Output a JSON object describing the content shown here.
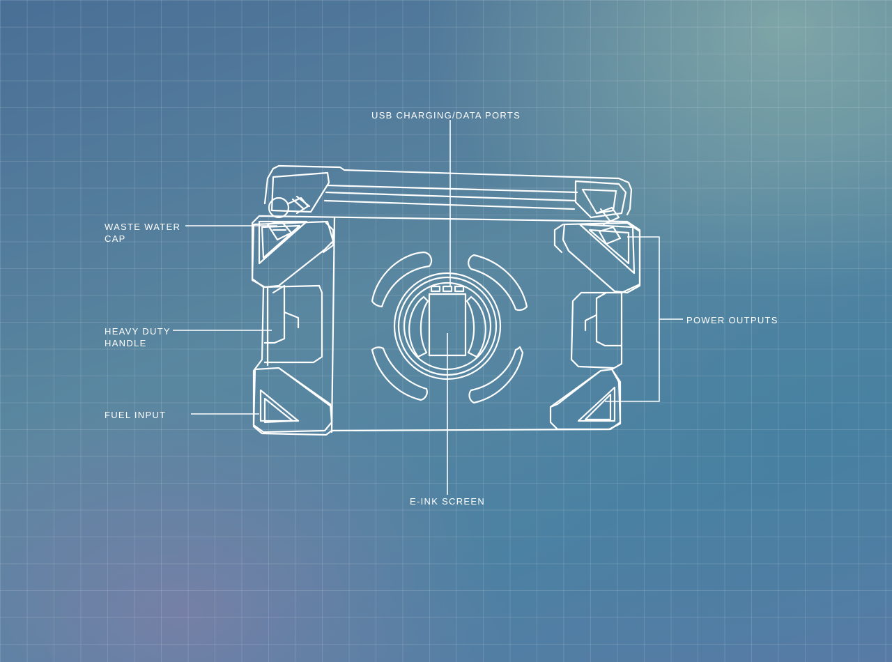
{
  "callouts": {
    "usb_ports": "USB CHARGING/DATA PORTS",
    "waste_water_cap": {
      "line1": "WASTE WATER",
      "line2": "CAP"
    },
    "heavy_duty_handle": {
      "line1": "HEAVY DUTY",
      "line2": "HANDLE"
    },
    "fuel_input": "FUEL INPUT",
    "power_outputs": "POWER OUTPUTS",
    "e_ink_screen": "E-INK SCREEN"
  },
  "colors": {
    "line": "#ffffff",
    "background": "#4f7896"
  }
}
